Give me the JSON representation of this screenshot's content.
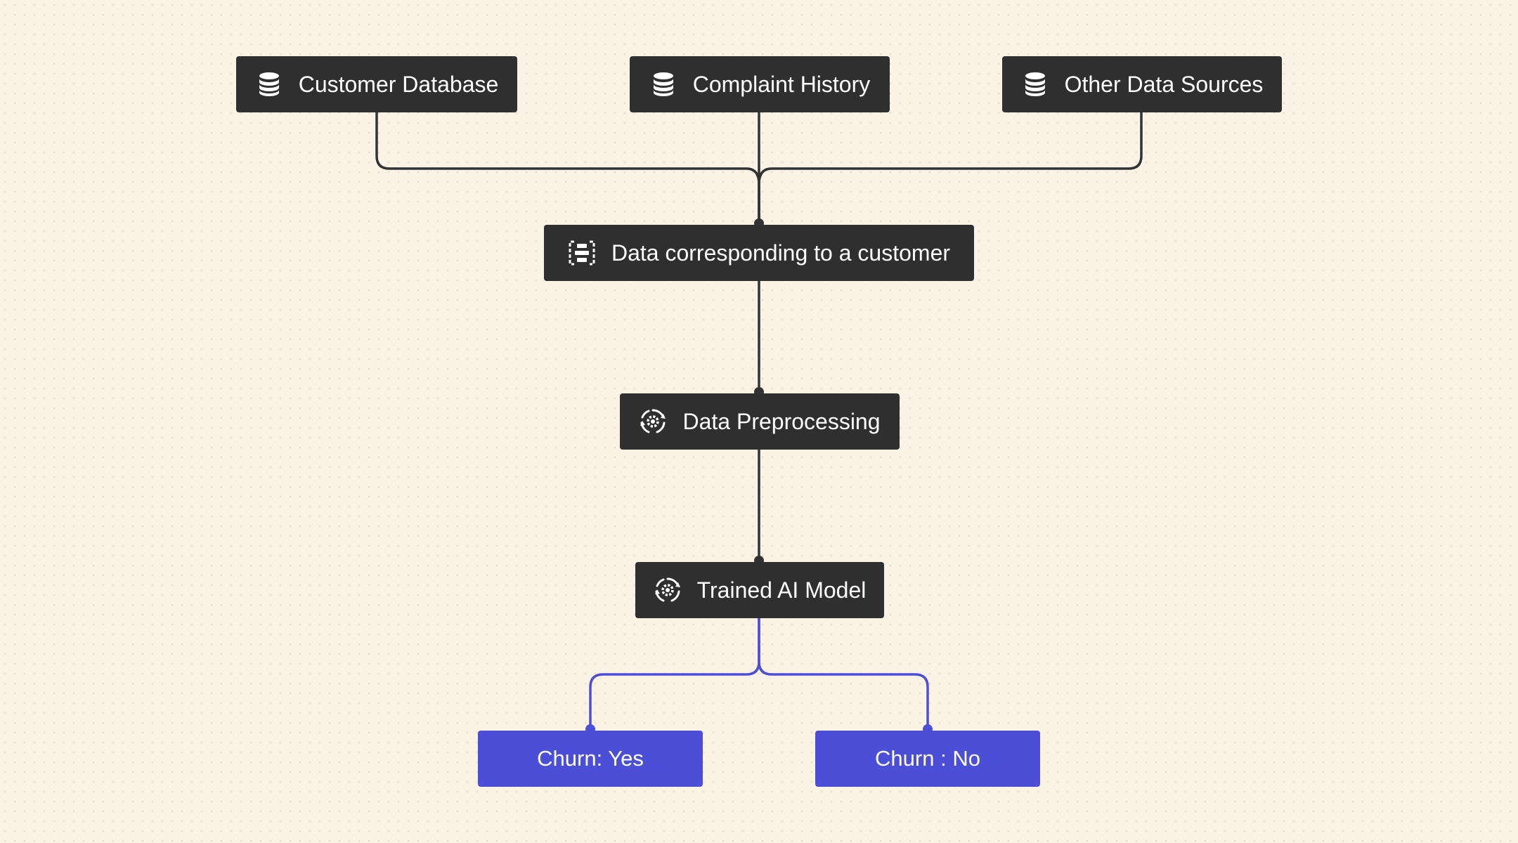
{
  "diagram": {
    "colors": {
      "background": "#fbf3e6",
      "node_dark": "#2f2f2f",
      "node_result": "#4b4fd8",
      "edge_dark": "#333333",
      "edge_result": "#4b4fd8"
    },
    "nodes": {
      "customer_database": {
        "label": "Customer Database",
        "icon": "database-icon"
      },
      "complaint_history": {
        "label": "Complaint History",
        "icon": "database-icon"
      },
      "other_data_sources": {
        "label": "Other Data Sources",
        "icon": "database-icon"
      },
      "customer_data": {
        "label": "Data corresponding to a customer",
        "icon": "data-list-icon"
      },
      "data_preprocessing": {
        "label": "Data Preprocessing",
        "icon": "gear-cycle-icon"
      },
      "trained_model": {
        "label": "Trained AI Model",
        "icon": "gear-cycle-icon"
      },
      "churn_yes": {
        "label": "Churn: Yes"
      },
      "churn_no": {
        "label": "Churn : No"
      }
    },
    "edges": [
      {
        "from": "customer_database",
        "to": "customer_data"
      },
      {
        "from": "complaint_history",
        "to": "customer_data"
      },
      {
        "from": "other_data_sources",
        "to": "customer_data"
      },
      {
        "from": "customer_data",
        "to": "data_preprocessing"
      },
      {
        "from": "data_preprocessing",
        "to": "trained_model"
      },
      {
        "from": "trained_model",
        "to": "churn_yes"
      },
      {
        "from": "trained_model",
        "to": "churn_no"
      }
    ]
  }
}
